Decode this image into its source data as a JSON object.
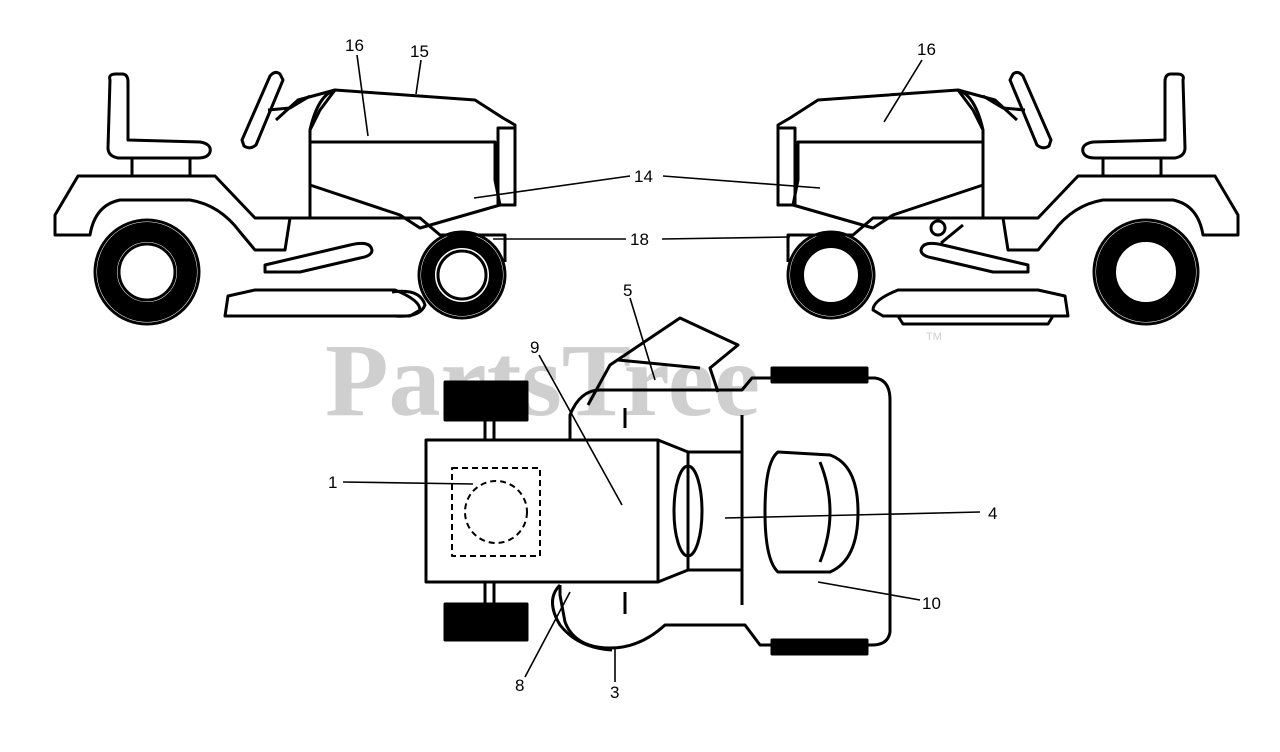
{
  "watermark": {
    "text": "PartsTree",
    "trademark": "TM"
  },
  "callouts": {
    "c1": "1",
    "c3": "3",
    "c4": "4",
    "c5": "5",
    "c8": "8",
    "c9": "9",
    "c10": "10",
    "c14": "14",
    "c15": "15",
    "c16_left": "16",
    "c16_right": "16",
    "c18": "18"
  },
  "views": [
    "left-side-view",
    "right-side-view",
    "top-view"
  ],
  "colors": {
    "line": "#000000",
    "watermark": "#cfcfcf",
    "background": "#ffffff"
  }
}
